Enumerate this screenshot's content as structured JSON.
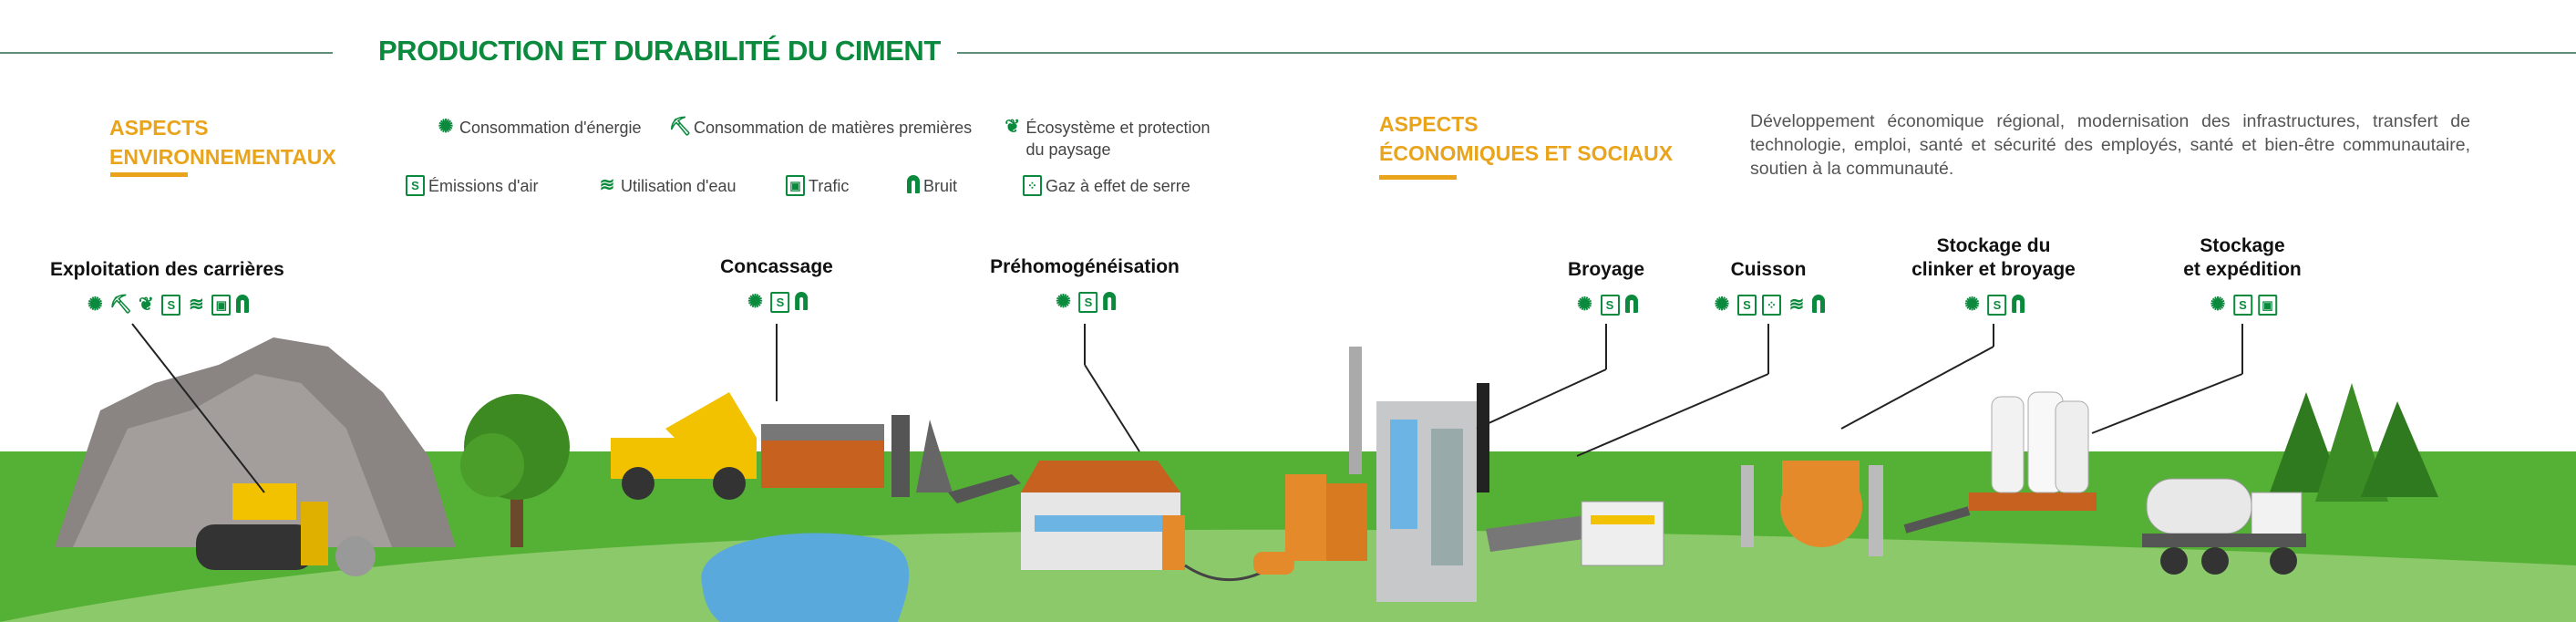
{
  "title": "PRODUCTION ET DURABILITÉ DU CIMENT",
  "environmental": {
    "heading_line1": "ASPECTS",
    "heading_line2": "ENVIRONNEMENTAUX",
    "legend": [
      {
        "icon": "energy-icon",
        "label": "Consommation d'énergie"
      },
      {
        "icon": "raw-materials-icon",
        "label": "Consommation de matières premières"
      },
      {
        "icon": "ecosystem-icon",
        "label": "Écosystème et protection du paysage"
      },
      {
        "icon": "air-emissions-icon",
        "label": "Émissions d'air"
      },
      {
        "icon": "water-use-icon",
        "label": "Utilisation d'eau"
      },
      {
        "icon": "traffic-icon",
        "label": "Trafic"
      },
      {
        "icon": "noise-icon",
        "label": "Bruit"
      },
      {
        "icon": "greenhouse-gas-icon",
        "label": "Gaz à effet de serre"
      }
    ]
  },
  "economic": {
    "heading_line1": "ASPECTS",
    "heading_line2": "ÉCONOMIQUES ET SOCIAUX",
    "description": "Développement économique régional, modernisation des infrastructures, transfert de technologie, emploi, santé et sécurité des employés, santé et bien-être communautaire, soutien à la communauté."
  },
  "stages": [
    {
      "label": "Exploitation des carrières",
      "icons": [
        "energy-icon",
        "raw-materials-icon",
        "ecosystem-icon",
        "air-emissions-icon",
        "water-use-icon",
        "traffic-icon",
        "noise-icon"
      ]
    },
    {
      "label": "Concassage",
      "icons": [
        "energy-icon",
        "air-emissions-icon",
        "noise-icon"
      ]
    },
    {
      "label": "Préhomogénéisation",
      "icons": [
        "energy-icon",
        "air-emissions-icon",
        "noise-icon"
      ]
    },
    {
      "label": "Broyage",
      "icons": [
        "energy-icon",
        "air-emissions-icon",
        "noise-icon"
      ]
    },
    {
      "label": "Cuisson",
      "icons": [
        "energy-icon",
        "air-emissions-icon",
        "greenhouse-gas-icon",
        "water-use-icon",
        "noise-icon"
      ]
    },
    {
      "label": "Stockage du clinker et broyage",
      "icons": [
        "energy-icon",
        "air-emissions-icon",
        "noise-icon"
      ]
    },
    {
      "label": "Stockage et expédition",
      "icons": [
        "energy-icon",
        "air-emissions-icon",
        "traffic-icon"
      ]
    }
  ],
  "colors": {
    "green": "#0b8a3e",
    "orange": "#e9a41c",
    "grass": "#4fae32",
    "water": "#5aa9dc"
  }
}
